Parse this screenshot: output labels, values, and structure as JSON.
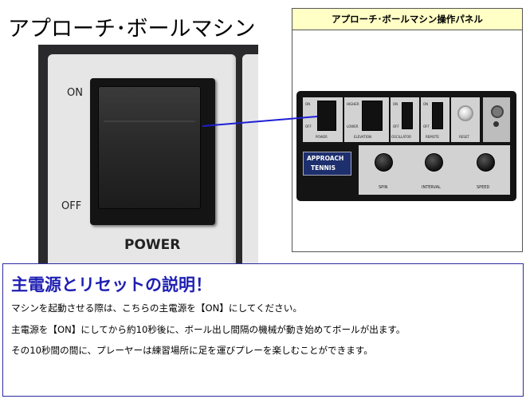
{
  "page_title": "アプローチ･ボールマシン",
  "switch_photo": {
    "on_label": "ON",
    "off_label": "OFF",
    "power_label": "POWER"
  },
  "panel": {
    "title": "アプローチ･ボールマシン操作パネル",
    "labels": {
      "power": "POWER",
      "elevation": "ELEVATION",
      "oscillator": "OSCILLATOR",
      "remote": "REMOTE",
      "reset": "RESET",
      "spin": "SPIN",
      "interval": "INTERVAL",
      "speed": "SPEED",
      "on": "ON",
      "off": "OFF",
      "higher": "HIGHER",
      "lower": "LOWER",
      "brand_line1": "APPROACH",
      "brand_line2": "TENNIS"
    }
  },
  "explanation": {
    "title": "主電源とリセットの説明！",
    "lines": [
      "マシンを起動させる際は、こちらの主電源を【ON】にしてください。",
      "主電源を【ON】にしてから約10秒後に、ボール出し間隔の機械が動き始めてボールが出ます。",
      "その10秒間の間に、プレーヤーは練習場所に足を運びプレーを楽しむことができます。"
    ]
  },
  "colors": {
    "accent_blue": "#1f1fb3",
    "connector_blue": "#1f1fd6",
    "panel_title_bg": "#ffffc6",
    "brand_plate": "#1e2f6e"
  }
}
